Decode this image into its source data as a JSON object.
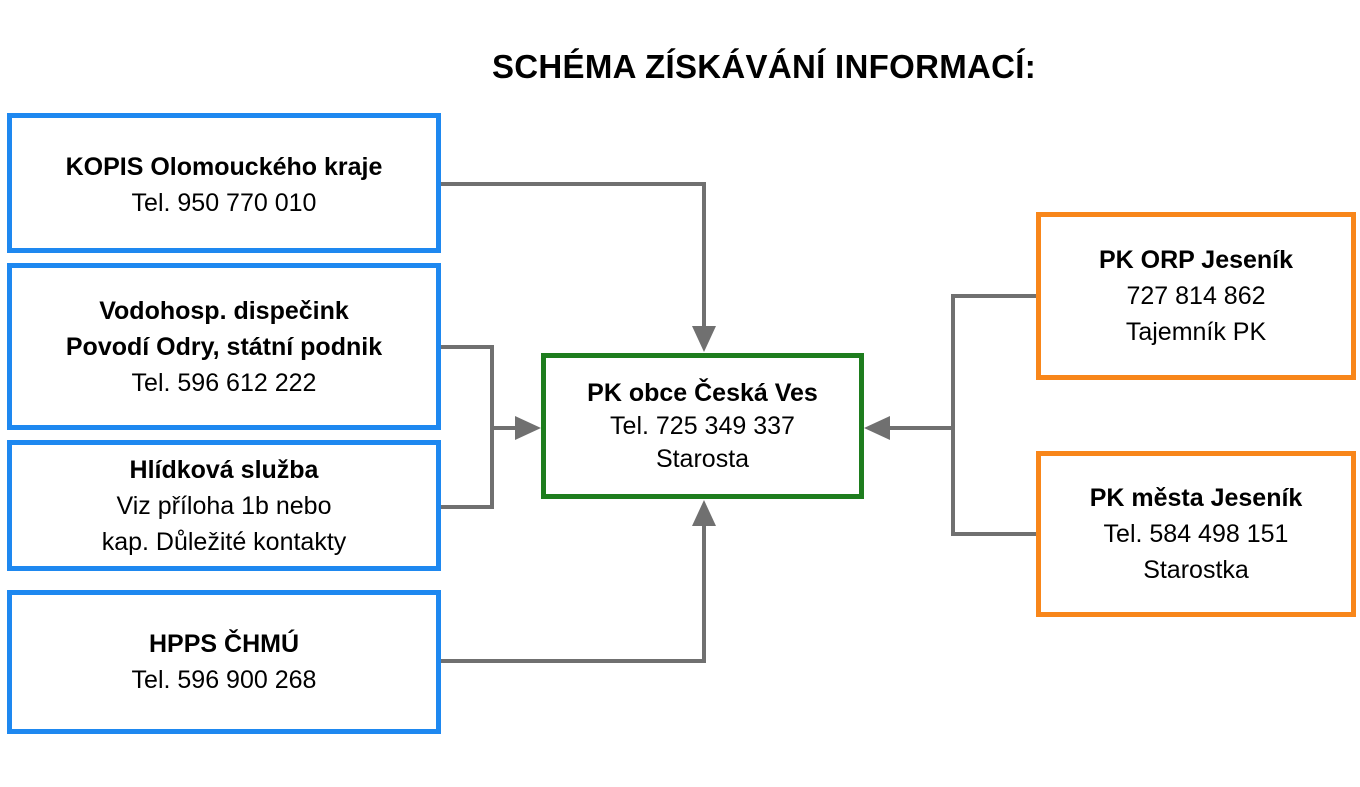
{
  "title": "SCHÉMA ZÍSKÁVÁNÍ INFORMACÍ:",
  "colors": {
    "blue": "#1e88f0",
    "green": "#1e7d1e",
    "orange": "#f8861a",
    "connector": "#707070"
  },
  "sources": [
    {
      "name": "KOPIS Olomouckého kraje",
      "lines": [
        "Tel. 950 770 010"
      ]
    },
    {
      "name": "Vodohosp. dispečink",
      "name2": "Povodí Odry, státní podnik",
      "lines": [
        "Tel. 596 612 222"
      ]
    },
    {
      "name": "Hlídková služba",
      "lines": [
        "Viz příloha 1b nebo",
        "kap. Důležité kontakty"
      ]
    },
    {
      "name": "HPPS ČHMÚ",
      "lines": [
        "Tel. 596 900 268"
      ]
    }
  ],
  "center": {
    "name": "PK obce Česká Ves",
    "lines": [
      "Tel. 725 349 337",
      "Starosta"
    ]
  },
  "right": [
    {
      "name": "PK ORP Jeseník",
      "lines": [
        "727 814 862",
        "Tajemník PK"
      ]
    },
    {
      "name": "PK města Jeseník",
      "lines": [
        "Tel. 584 498 151",
        "Starostka"
      ]
    }
  ]
}
